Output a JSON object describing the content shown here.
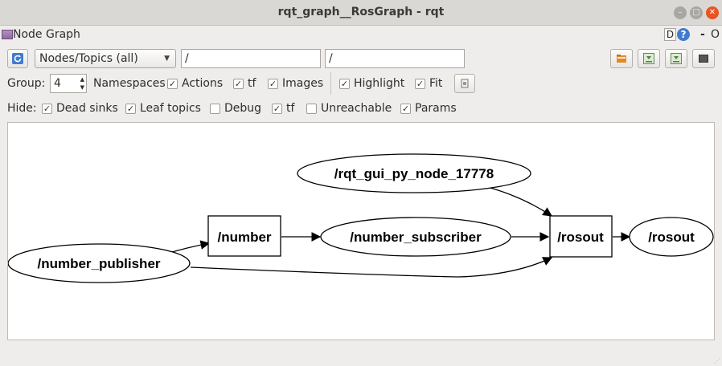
{
  "window": {
    "title": "rqt_graph__RosGraph - rqt"
  },
  "plugin": {
    "title": "Node Graph",
    "d_label": "D",
    "help_label": "?",
    "close_dash": "-",
    "float_label": "O"
  },
  "toolbar": {
    "graph_type_value": "Nodes/Topics (all)",
    "node_filter_value": "/",
    "topic_filter_value": "/"
  },
  "options": {
    "group_label": "Group:",
    "group_value": "4",
    "namespaces_label": "Namespaces",
    "actions_label": "Actions",
    "tf_label": "tf",
    "images_label": "Images",
    "highlight_label": "Highlight",
    "fit_label": "Fit"
  },
  "hide": {
    "label": "Hide:",
    "dead_sinks_label": "Dead sinks",
    "leaf_topics_label": "Leaf topics",
    "debug_label": "Debug",
    "tf_label": "tf",
    "unreachable_label": "Unreachable",
    "params_label": "Params"
  },
  "checks": {
    "namespaces": true,
    "actions": true,
    "images": true,
    "highlight": true,
    "fit": true,
    "dead_sinks": true,
    "leaf_topics": true,
    "debug": false,
    "hide_tf": true,
    "unreachable": false,
    "params": true
  },
  "graph": {
    "nodes": {
      "number_publisher": "/number_publisher",
      "number": "/number",
      "number_subscriber": "/number_subscriber",
      "rqt_gui": "/rqt_gui_py_node_17778",
      "rosout_topic": "/rosout",
      "rosout_node": "/rosout"
    }
  },
  "colors": {
    "accent": "#e95420",
    "help": "#3f7bd0"
  }
}
